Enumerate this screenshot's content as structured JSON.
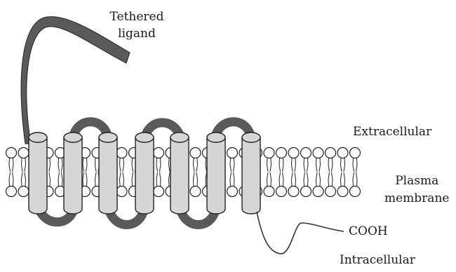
{
  "labels": {
    "tethered_ligand_line1": "Tethered",
    "tethered_ligand_line2": "ligand",
    "extracellular": "Extracellular",
    "plasma_line1": "Plasma",
    "plasma_line2": "membrane",
    "cooh": "COOH",
    "intracellular": "Intracellular"
  },
  "colors": {
    "loop": "#5a5a5a",
    "helix_fill": "#d6d6d6",
    "outline": "#222222",
    "head_fill": "#ffffff"
  }
}
